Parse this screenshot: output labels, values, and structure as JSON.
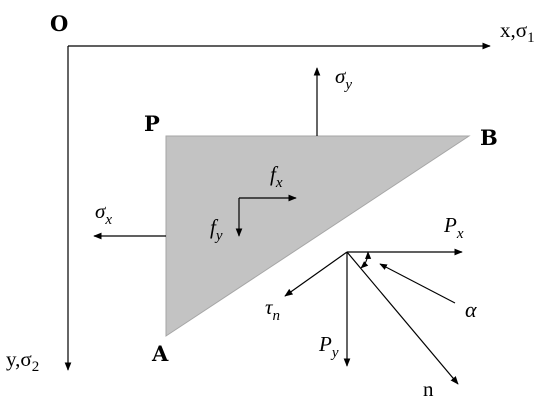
{
  "labels": {
    "origin": "O",
    "x_axis": "x,σ",
    "x_axis_sub": "1",
    "y_axis": "y,σ",
    "y_axis_sub": "2",
    "point_p": "P",
    "point_b": "B",
    "point_a": "A",
    "sigma_y": "σ",
    "sigma_y_sub": "y",
    "sigma_x": "σ",
    "sigma_x_sub": "x",
    "f_x": "f",
    "f_x_sub": "x",
    "f_y": "f",
    "f_y_sub": "y",
    "p_x": "P",
    "p_x_sub": "x",
    "p_y": "P",
    "p_y_sub": "y",
    "tau_n": "τ",
    "tau_n_sub": "n",
    "alpha": "α",
    "n": "n"
  },
  "colors": {
    "triangle_fill": "#c3c3c3",
    "triangle_stroke": "#a6a6a6",
    "line": "#000000"
  }
}
